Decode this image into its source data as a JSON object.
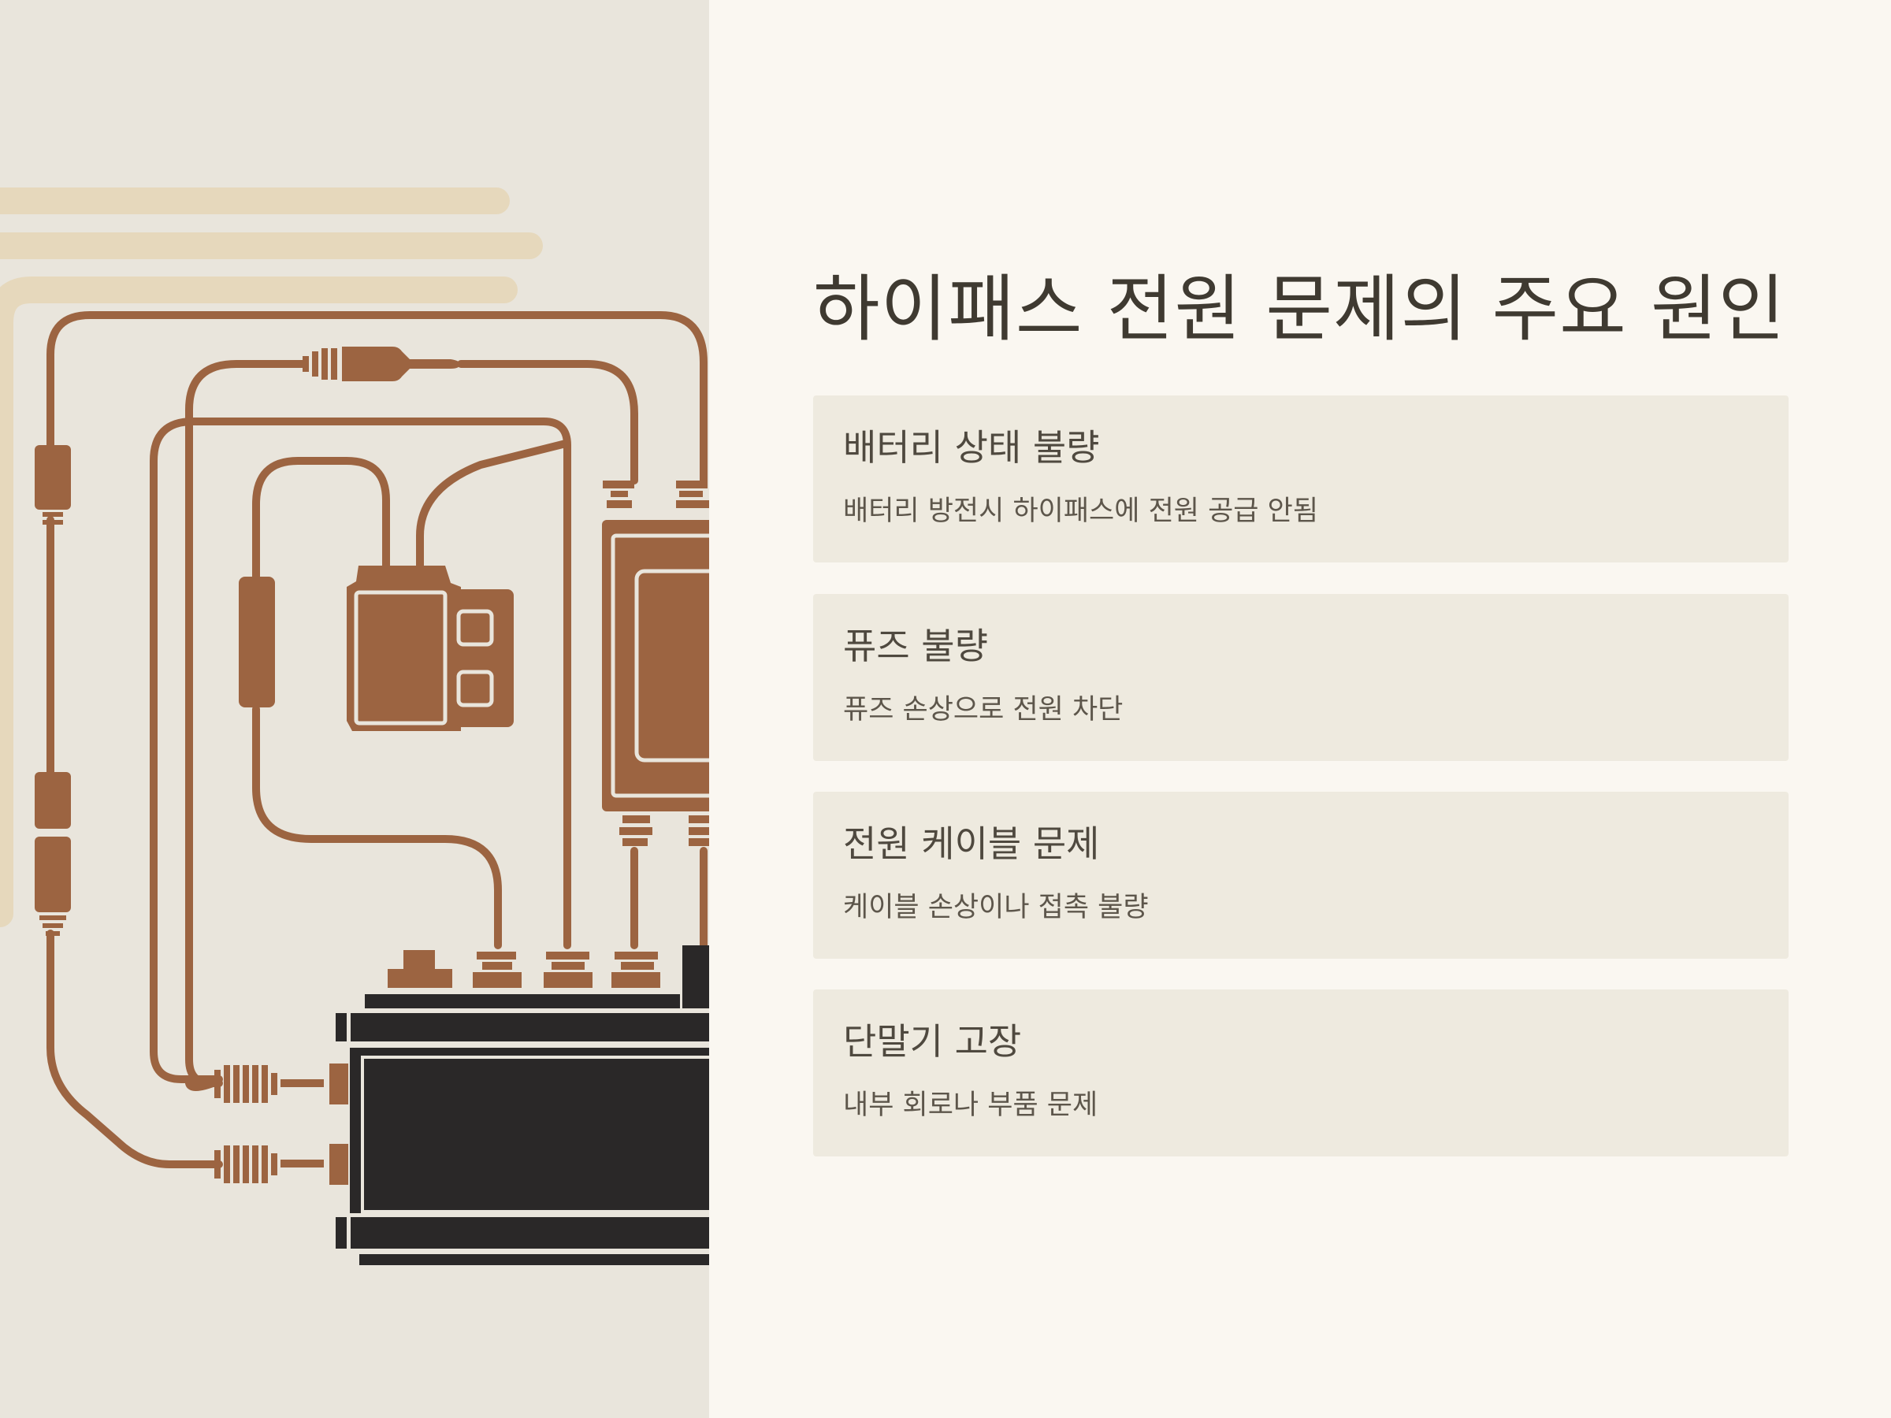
{
  "slide": {
    "title": "하이패스 전원 문제의 주요 원인",
    "causes": [
      {
        "title": "배터리 상태 불량",
        "description": "배터리 방전시 하이패스에 전원 공급 안됨"
      },
      {
        "title": "퓨즈 불량",
        "description": "퓨즈 손상으로 전원 차단"
      },
      {
        "title": "전원 케이블 문제",
        "description": "케이블 손상이나 접촉 불량"
      },
      {
        "title": "단말기 고장",
        "description": "내부 회로나 부품 문제"
      }
    ]
  },
  "illustration": {
    "subject": "hi-pass power wiring diagram illustration",
    "colors": {
      "wire": "#9c6441",
      "device": "#2a2828",
      "stripe": "#e6d8bc",
      "panel": "#e9e5dc"
    }
  }
}
